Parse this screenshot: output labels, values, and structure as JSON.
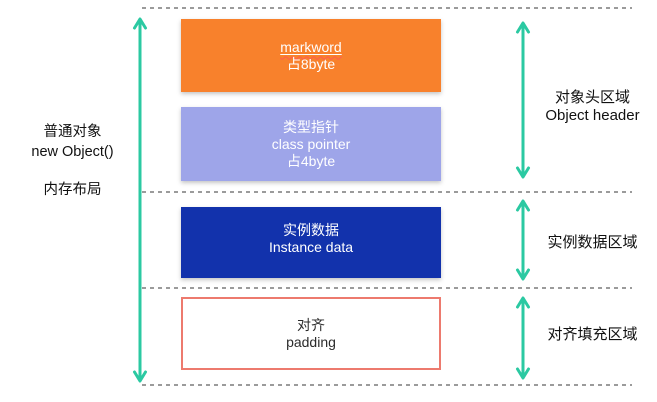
{
  "left_label": {
    "object_type": "普通对象",
    "code": "new Object()",
    "memory_layout": "内存布局"
  },
  "boxes": {
    "markword": {
      "title": "markword",
      "size": "占8byte"
    },
    "class_pointer": {
      "title": "类型指针",
      "subtitle": "class pointer",
      "size": "占4byte"
    },
    "instance_data": {
      "title": "实例数据",
      "subtitle": "Instance data"
    },
    "padding": {
      "title": "对齐",
      "subtitle": "padding"
    }
  },
  "right_labels": {
    "object_header": {
      "zh": "对象头区域",
      "en": "Object header"
    },
    "instance_data_region": {
      "zh": "实例数据区域"
    },
    "padding_region": {
      "zh": "对齐填充区域"
    }
  },
  "colors": {
    "markword_bg": "#f8812c",
    "class_pointer_bg": "#9ea5e9",
    "instance_data_bg": "#1232ac",
    "padding_border": "#ed7a6e",
    "arrow": "#2bc9a2",
    "dashed_line": "#9b9b9b",
    "spellcheck_squiggle": "#ff5a52"
  }
}
